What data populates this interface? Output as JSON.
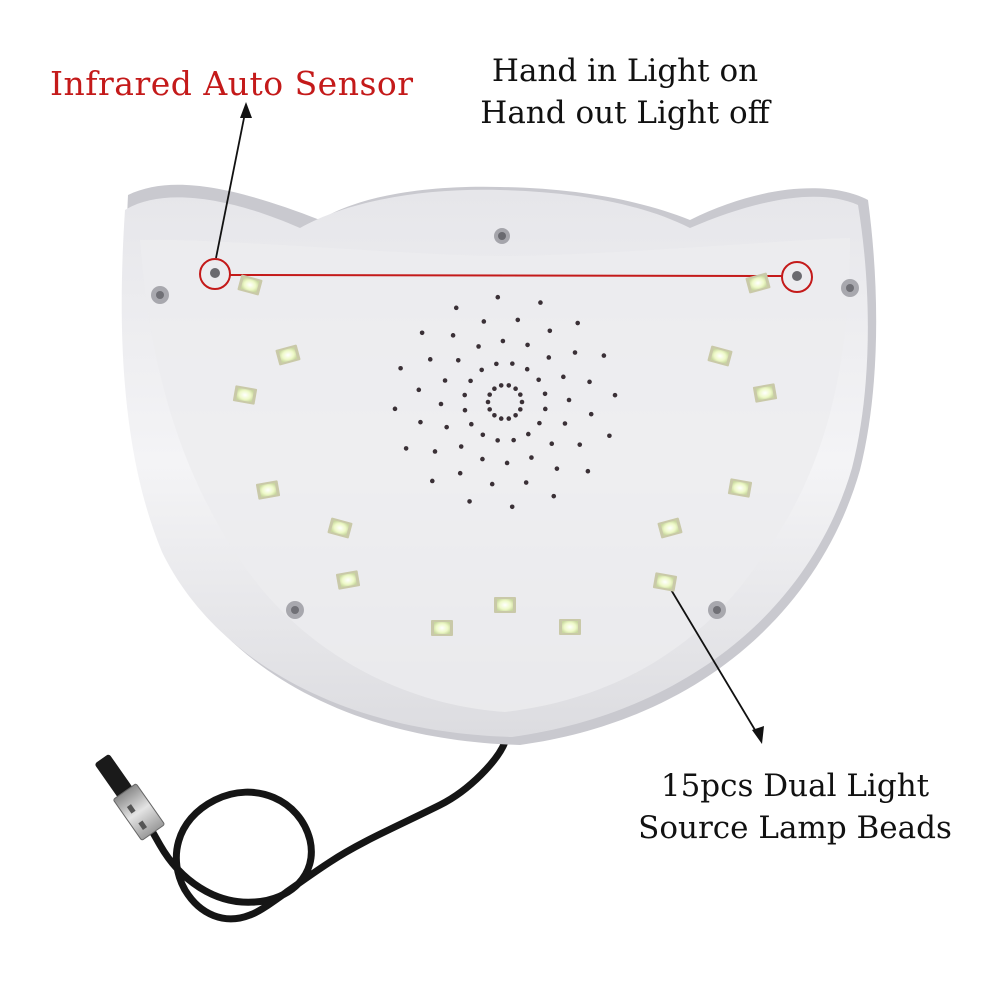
{
  "annotations": {
    "sensor": "Infrared Auto Sensor",
    "hand_line1": "Hand in Light on",
    "hand_line2": "Hand out Light off",
    "beads_line1": "15pcs Dual Light",
    "beads_line2": "Source Lamp Beads"
  },
  "colors": {
    "annotation_red": "#c41a1a",
    "text_dark": "#111111",
    "lamp_body": "#f1f1f3",
    "bead_glow": "#eef9c8",
    "cable": "#151515"
  },
  "icons": [
    "usb-plug-icon",
    "sensor-hole-icon",
    "led-bead-icon",
    "screw-hole-icon",
    "vent-hole-icon"
  ]
}
